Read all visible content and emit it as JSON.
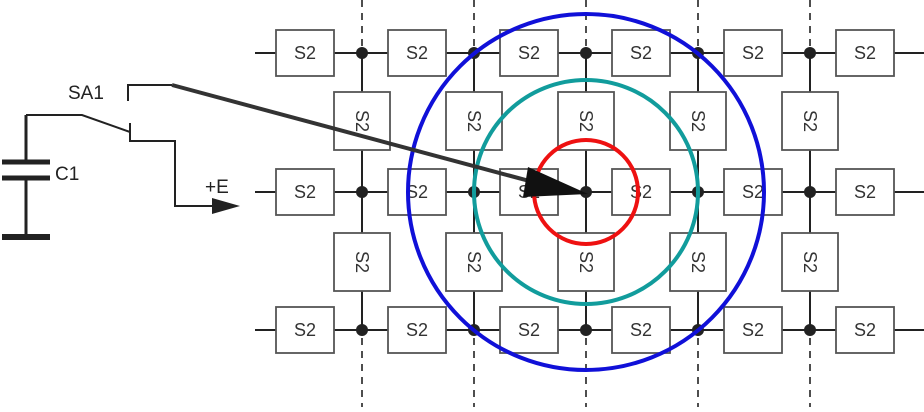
{
  "labels": {
    "switch": "SA1",
    "capacitor": "C1",
    "supply": "+E"
  },
  "element_label": "S2",
  "colors": {
    "wire": "#222222",
    "box_stroke": "#555555",
    "dashed_line": "#222222",
    "arrow": "#333333",
    "ring_outer": "#1010d8",
    "ring_middle": "#119c9c",
    "ring_inner": "#ee1111"
  },
  "icons": {
    "capacitor": "capacitor-symbol",
    "switch": "switch-symbol",
    "supply_arrow": "arrow-right-icon",
    "pointer_arrow": "arrow-icon",
    "junction": "junction-dot"
  }
}
